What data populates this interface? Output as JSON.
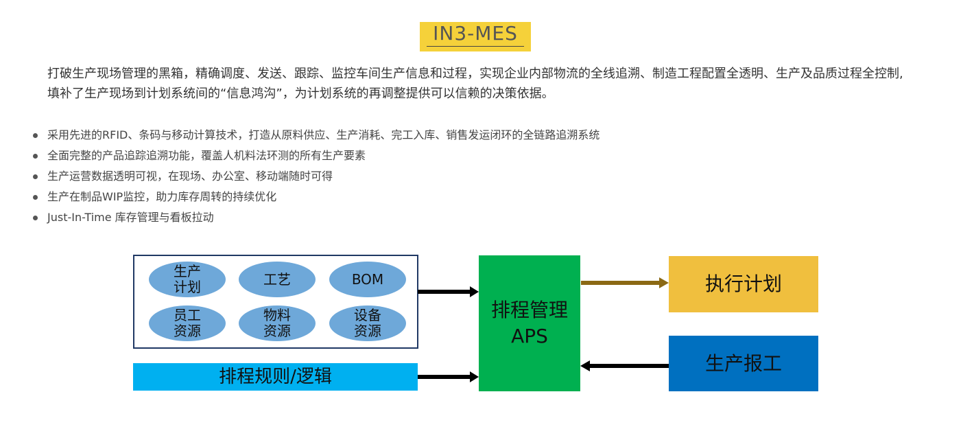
{
  "title": "IN3-MES",
  "intro": "打破生产现场管理的黑箱，精确调度、发送、跟踪、监控车间生产信息和过程，实现企业内部物流的全线追溯、制造工程配置全透明、生产及品质过程全控制,填补了生产现场到计划系统间的“信息鸿沟”，为计划系统的再调整提供可以信赖的决策依据。",
  "features": [
    "采用先进的RFID、条码与移动计算技术，打造从原料供应、生产消耗、完工入库、销售发运闭环的全链路追溯系统",
    "全面完整的产品追踪追溯功能，覆盖人机料法环测的所有生产要素",
    "生产运营数据透明可视，在现场、办公室、移动端随时可得",
    "生产在制品WIP监控，助力库存周转的持续优化",
    "Just-In-Time 库存管理与看板拉动"
  ],
  "diagram": {
    "resources": [
      "生产\n计划",
      "工艺",
      "BOM",
      "员工\n资源",
      "物料\n资源",
      "设备\n资源"
    ],
    "rules": "排程规则/逻辑",
    "aps_line1": "排程管理",
    "aps_line2": "APS",
    "execute": "执行计划",
    "report": "生产报工"
  },
  "colors": {
    "title_badge": "#f5d13a",
    "resource_ellipse": "#6ea8d9",
    "resource_border": "#1f3864",
    "rules": "#00b0f0",
    "aps": "#00b050",
    "execute": "#f0bf3e",
    "execute_arrow": "#8b6914",
    "report": "#0070c0",
    "arrow": "#000000"
  }
}
